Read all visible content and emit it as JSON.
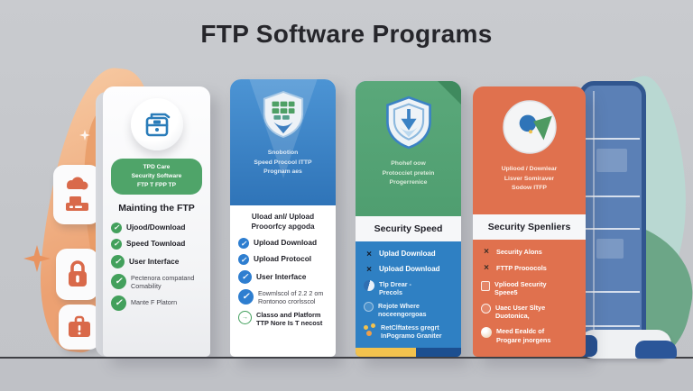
{
  "title": "FTP Software Programs",
  "glyphs": {
    "check": "✓",
    "x": "×",
    "arrow": "→"
  },
  "colors": {
    "background": "#c5c7cb",
    "title_text": "#26262b",
    "card2_blue": "#3b84c6",
    "card3_green": "#55a474",
    "card3_body_blue": "#2f80c3",
    "card4_orange": "#e0714e",
    "badge_green": "#4fa469",
    "check_green": "#43a05c",
    "check_blue": "#2e7ed0",
    "accent_yellow": "#f2c24e",
    "accent_navy": "#1d4f90"
  },
  "cards": [
    {
      "icon": "lock-bag-icon",
      "badge_lines": [
        "TPD Care",
        "Security Software",
        "FTP T FPP TP"
      ],
      "heading": "Mainting the FTP",
      "items": [
        {
          "icon": "check-circle-green",
          "text": "Ujood/Download"
        },
        {
          "icon": "check-circle-green",
          "text": "Speed Townload"
        },
        {
          "icon": "check-circle-green",
          "text": "User Interface"
        },
        {
          "icon": "check-circle-green",
          "text": "Pectenora compatand",
          "text2": "Comability"
        },
        {
          "icon": "check-circle-green",
          "text": "Mante F Platorn"
        }
      ]
    },
    {
      "icon": "shield-grid-icon",
      "header_lines": [
        "Snobotion",
        "Speed Procool ITTP",
        "Prognam aes"
      ],
      "sub_lines": [
        "Uload anl/ Upload",
        "Prooorfcy apgoda"
      ],
      "items": [
        {
          "icon": "check-circle-blue",
          "text": "Upload Download"
        },
        {
          "icon": "check-circle-blue",
          "text": "Upload Protocol"
        },
        {
          "icon": "check-circle-blue",
          "text": "User Interface"
        },
        {
          "icon": "check-circle-blue",
          "text": "Eowmlscol of 2.2 2 om",
          "text2": "Rontonoo crorlsscol"
        },
        {
          "icon": "arrow-circle-green",
          "text": "Classo and Platform",
          "text2": "TTP Nore Is T necost"
        }
      ]
    },
    {
      "icon": "shield-download-icon",
      "header_lines": [
        "Phohef oow",
        "Protocciet pretein",
        "Progerrenice"
      ],
      "band": "Security Speed",
      "items": [
        {
          "icon": "x-mark",
          "text": "Uplad Download"
        },
        {
          "icon": "x-mark",
          "text": "Upload Download"
        },
        {
          "icon": "globe-circle-icon",
          "text": "Tlp Drear -",
          "text2": "Precols"
        },
        {
          "icon": "faint-circle-icon",
          "text": "Rejote Where",
          "text2": "noceengorgoas"
        },
        {
          "icon": "dots-icon",
          "text": "RetClftatess gregrt",
          "text2": "InPogramo Graniter"
        }
      ]
    },
    {
      "icon": "target-arrow-icon",
      "header_lines": [
        "Upliood / Downlear",
        "Lisver Somiraver",
        "Sodow ITFP"
      ],
      "band": "Security Spenliers",
      "items": [
        {
          "icon": "x-mark",
          "text": "Security Alons"
        },
        {
          "icon": "x-mark",
          "text": "FTTP Prooocols"
        },
        {
          "icon": "document-icon",
          "text": "Vpliood Security",
          "text2": "Speee5"
        },
        {
          "icon": "circle-icon",
          "text": "Uaec User Sltye",
          "text2": "Duotonica,"
        },
        {
          "icon": "sphere-icon",
          "text": "Meed Eealdc of",
          "text2": "Progare jnorgens"
        }
      ]
    }
  ]
}
